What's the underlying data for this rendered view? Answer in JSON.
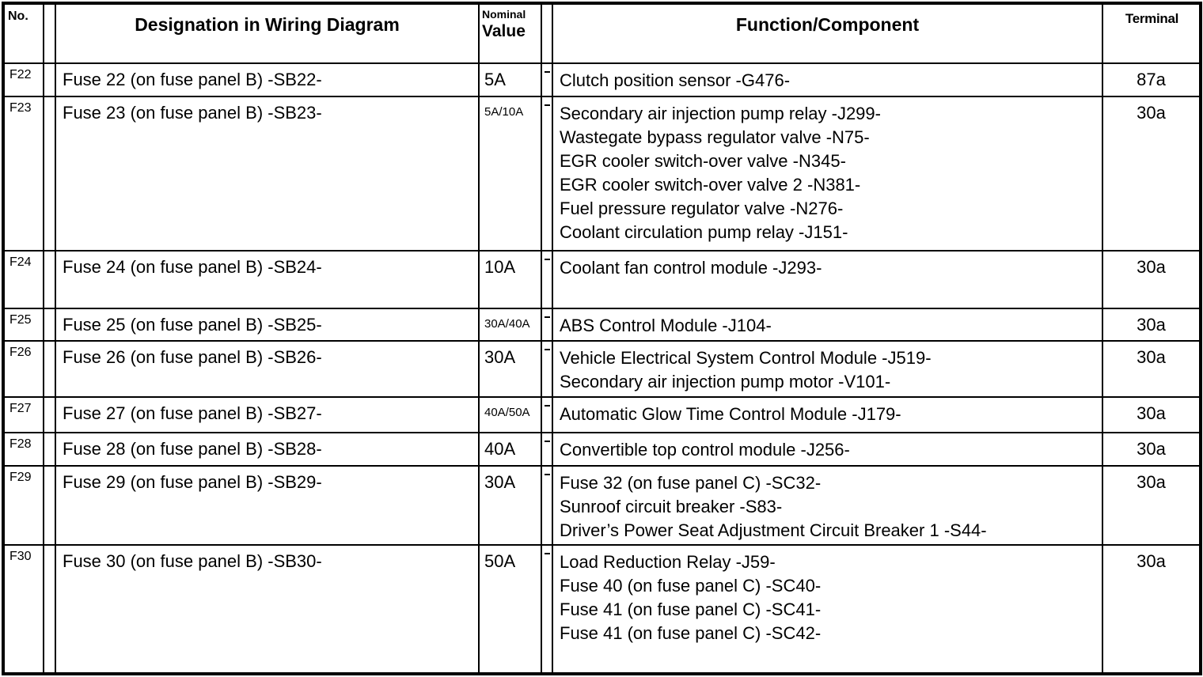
{
  "document": {
    "type": "fuse-assignment-table",
    "colors": {
      "ink": "#000000",
      "paper": "#ffffff"
    },
    "marks": {
      "footnote_dash": "-"
    }
  },
  "table": {
    "headers": {
      "no": "No.",
      "designation": "Designation in Wiring Diagram",
      "nominal_line1": "Nominal",
      "nominal_line2": "Value",
      "function": "Function/Component",
      "terminal": "Terminal"
    },
    "rows": [
      {
        "no": "F22",
        "designation": "Fuse 22 (on fuse panel B) -SB22-",
        "nominal": "5A",
        "functions": [
          "Clutch position sensor -G476-"
        ],
        "terminal": "87a"
      },
      {
        "no": "F23",
        "designation": "Fuse 23 (on fuse panel B) -SB23-",
        "nominal": "5A/10A",
        "functions": [
          "Secondary air injection pump relay -J299-",
          "Wastegate bypass regulator valve -N75-",
          "EGR cooler switch-over valve -N345-",
          "EGR cooler switch-over valve 2 -N381-",
          "Fuel pressure regulator valve -N276-",
          "Coolant circulation pump relay -J151-"
        ],
        "terminal": "30a"
      },
      {
        "no": "F24",
        "designation": "Fuse 24 (on fuse panel B) -SB24-",
        "nominal": "10A",
        "functions": [
          "Coolant fan control module -J293-"
        ],
        "terminal": "30a"
      },
      {
        "no": "F25",
        "designation": "Fuse 25 (on fuse panel B) -SB25-",
        "nominal": "30A/40A",
        "functions": [
          "ABS Control Module -J104-"
        ],
        "terminal": "30a"
      },
      {
        "no": "F26",
        "designation": "Fuse 26 (on fuse panel B) -SB26-",
        "nominal": "30A",
        "functions": [
          "Vehicle Electrical System Control Module -J519-",
          "Secondary air injection pump motor -V101-"
        ],
        "terminal": "30a"
      },
      {
        "no": "F27",
        "designation": "Fuse 27 (on fuse panel B) -SB27-",
        "nominal": "40A/50A",
        "functions": [
          "Automatic Glow Time Control Module -J179-"
        ],
        "terminal": "30a"
      },
      {
        "no": "F28",
        "designation": "Fuse 28 (on fuse panel B) -SB28-",
        "nominal": "40A",
        "functions": [
          "Convertible top control module -J256-"
        ],
        "terminal": "30a"
      },
      {
        "no": "F29",
        "designation": "Fuse 29 (on fuse panel B) -SB29-",
        "nominal": "30A",
        "functions": [
          "Fuse 32 (on fuse panel C) -SC32-",
          "Sunroof circuit breaker -S83-",
          "Driver’s Power Seat Adjustment Circuit Breaker 1 -S44-"
        ],
        "terminal": "30a"
      },
      {
        "no": "F30",
        "designation": "Fuse 30 (on fuse panel B) -SB30-",
        "nominal": "50A",
        "functions": [
          "Load Reduction Relay -J59-",
          "Fuse 40 (on fuse panel C) -SC40-",
          "Fuse 41 (on fuse panel C) -SC41-",
          "Fuse 41 (on fuse panel C) -SC42-"
        ],
        "terminal": "30a"
      }
    ]
  }
}
